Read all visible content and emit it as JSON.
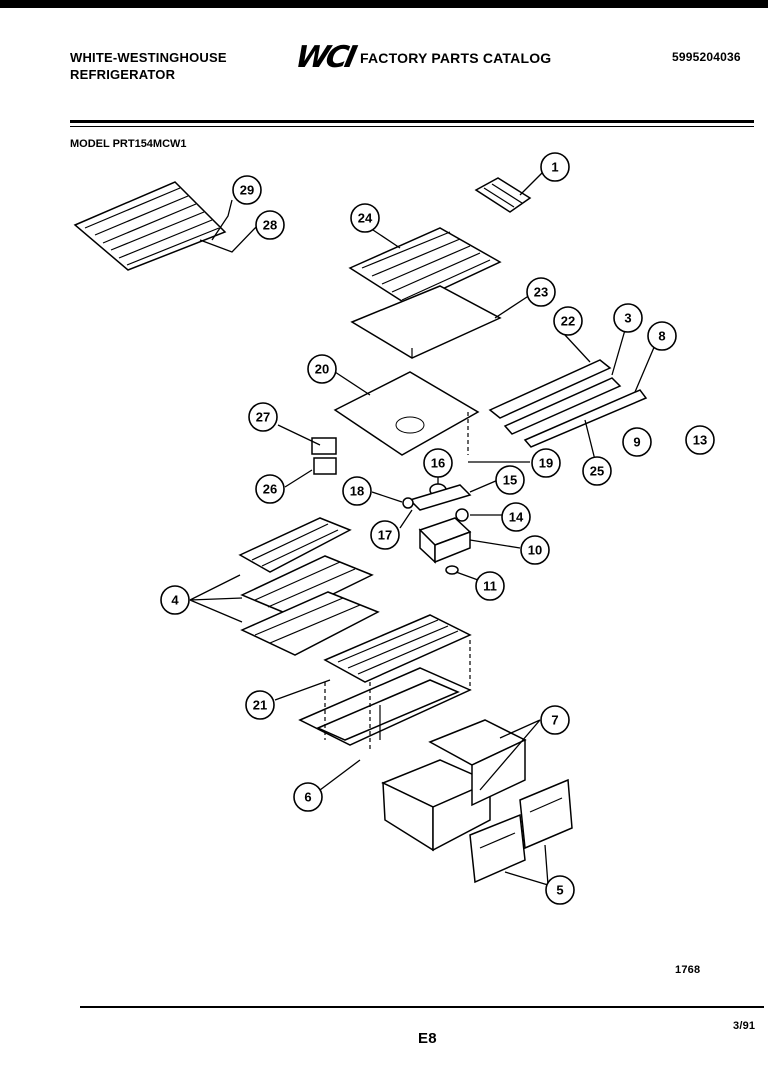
{
  "header": {
    "brand_line1": "WHITE-WESTINGHOUSE",
    "brand_line2": "REFRIGERATOR",
    "logo_text": "WCI",
    "catalog_title": "FACTORY PARTS CATALOG",
    "catalog_number": "5995204036"
  },
  "model": "MODEL PRT154MCW1",
  "callouts": [
    "1",
    "3",
    "4",
    "5",
    "6",
    "7",
    "8",
    "9",
    "10",
    "11",
    "13",
    "14",
    "15",
    "16",
    "17",
    "18",
    "19",
    "20",
    "21",
    "22",
    "23",
    "24",
    "25",
    "26",
    "27",
    "28",
    "29"
  ],
  "footer": {
    "figure_number": "1768",
    "page_code": "E8",
    "date": "3/91"
  }
}
